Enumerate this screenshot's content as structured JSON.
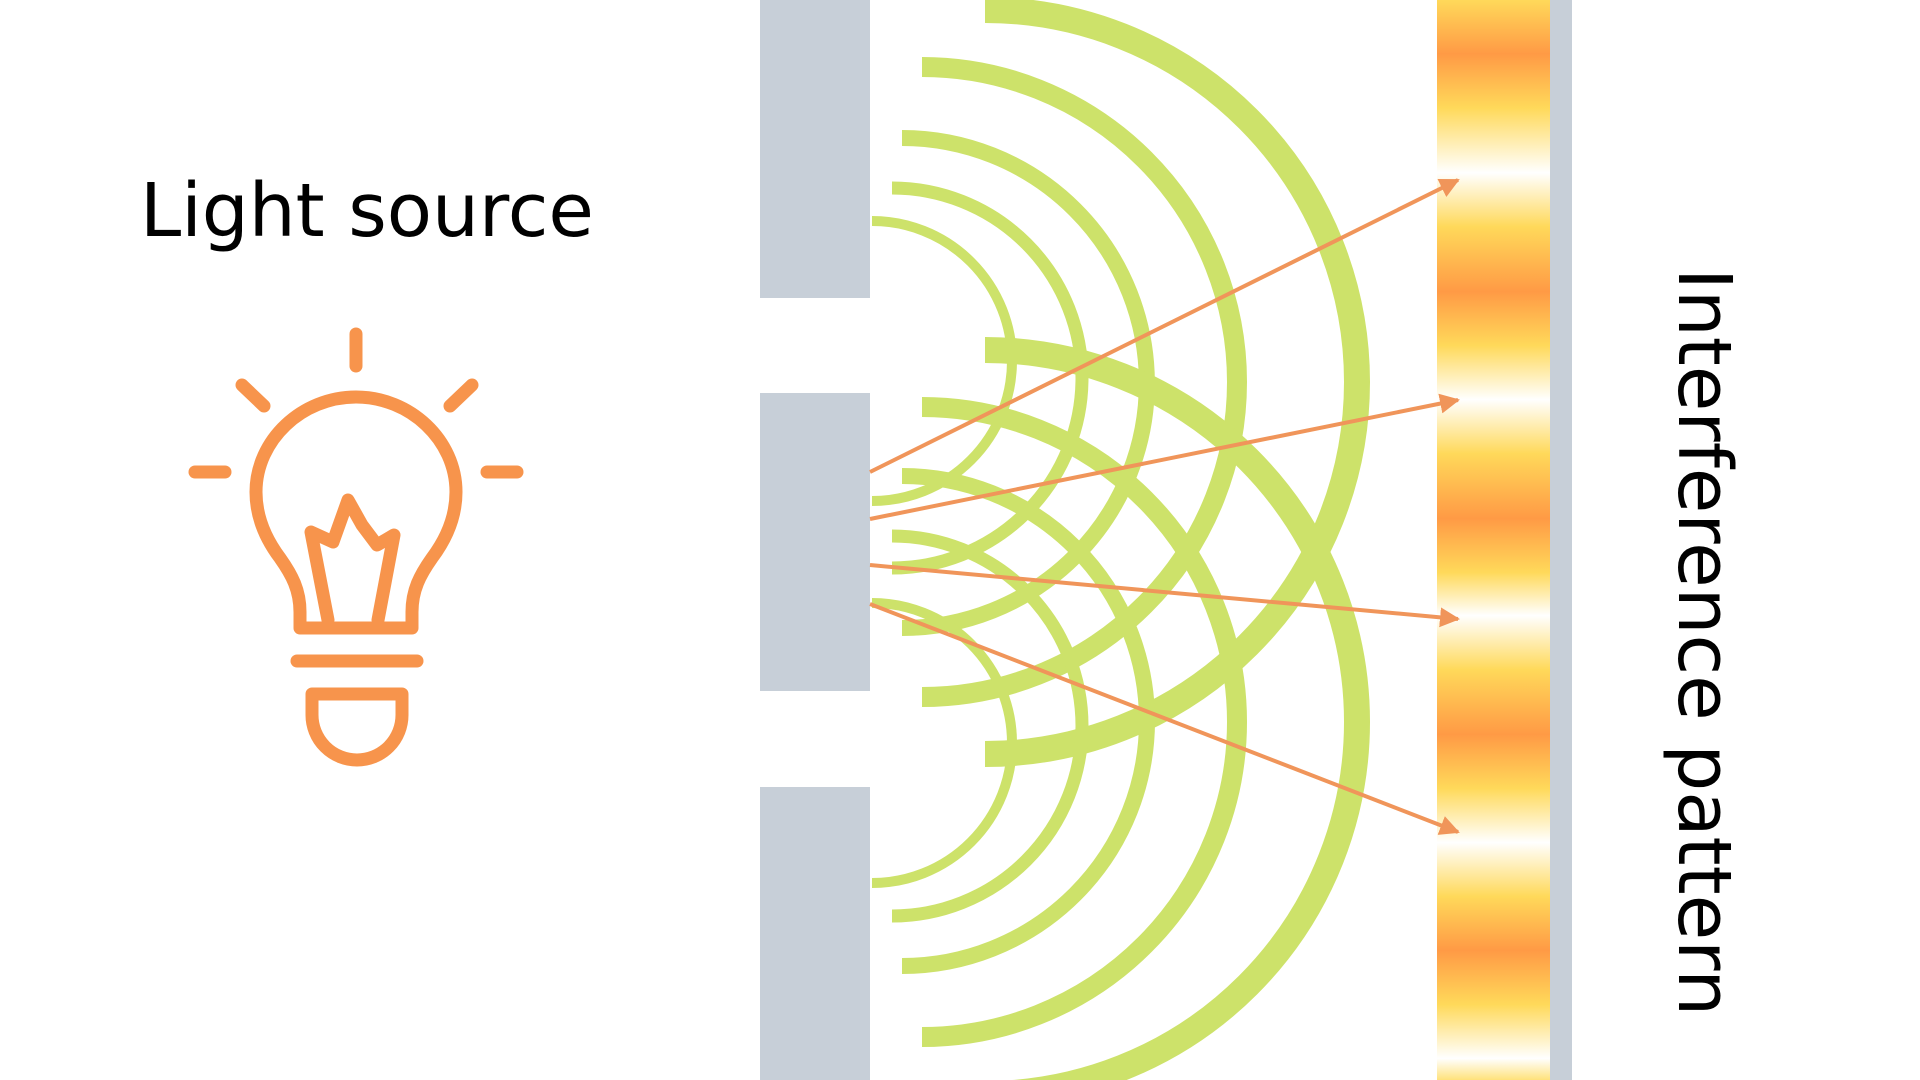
{
  "labels": {
    "light_source": "Light source",
    "interference_pattern": "Interference pattern"
  },
  "icons": {
    "source": "light-bulb-icon"
  },
  "colors": {
    "barrier": "#c7cfd8",
    "wave": "#cde26a",
    "ray": "#f0955a",
    "bulb": "#f7944c",
    "fringe_bright": "#ffffff",
    "fringe_mid": "#ffd95a",
    "fringe_dark": "#ff9a45",
    "label_text": "#000000"
  },
  "slits": {
    "count": 2
  },
  "interference_screen": {
    "bright_fringe_count": 5
  },
  "rays": {
    "count": 4
  }
}
